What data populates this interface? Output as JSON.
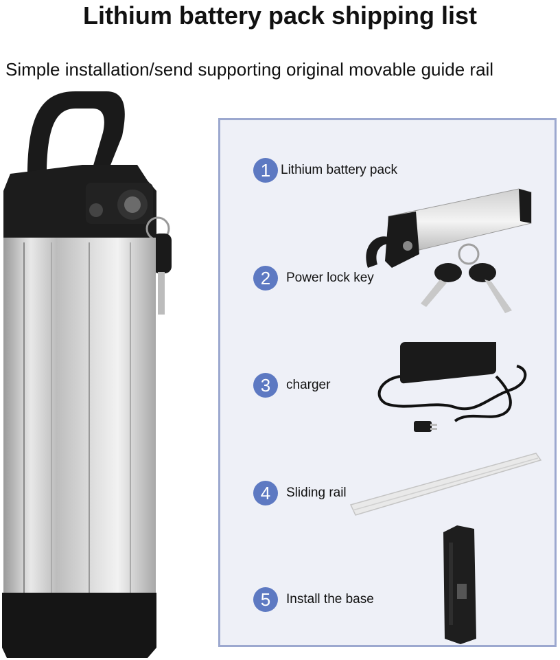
{
  "header": {
    "title": "Lithium battery pack shipping list",
    "subtitle": "Simple installation/send supporting original movable guide rail"
  },
  "shipping_list": {
    "items": [
      {
        "number": "1",
        "label": "Lithium battery pack"
      },
      {
        "number": "2",
        "label": "Power lock key"
      },
      {
        "number": "3",
        "label": "charger"
      },
      {
        "number": "4",
        "label": "Sliding rail"
      },
      {
        "number": "5",
        "label": "Install the base"
      }
    ]
  },
  "colors": {
    "panel_background": "#eef0f7",
    "panel_border": "#9ca8cf",
    "number_badge": "#5d79c2"
  }
}
